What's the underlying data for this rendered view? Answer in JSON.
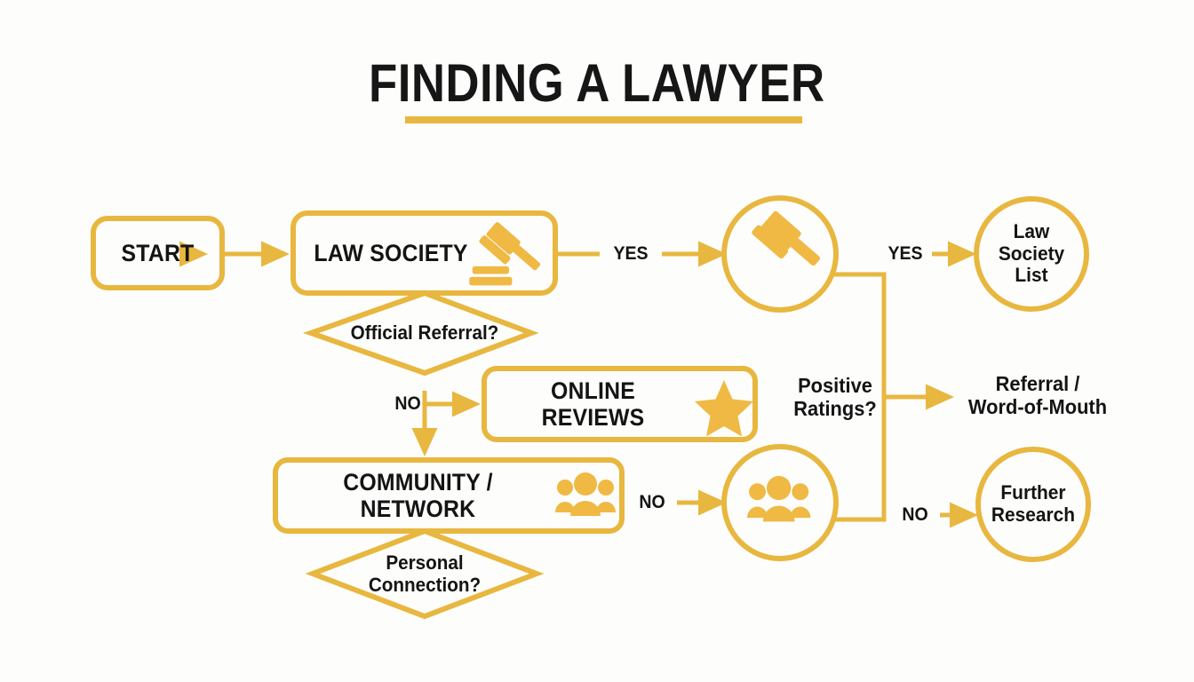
{
  "title": {
    "text": "FINDING A LAWYER",
    "underline_color": "#e8b73f"
  },
  "theme": {
    "accent": "#e8b73f",
    "icon_fill": "#efb944",
    "text": "#141414",
    "background": "#fdfdfc"
  },
  "nodes": {
    "start": {
      "label": "START",
      "shape": "rounded-rect"
    },
    "law_society": {
      "label": "LAW SOCIETY",
      "shape": "rounded-rect",
      "icon": "gavel-icon"
    },
    "official_referral": {
      "label": "Official Referral?",
      "shape": "diamond"
    },
    "online_reviews": {
      "label": "ONLINE REVIEWS",
      "shape": "rounded-rect",
      "icon": "star-icon"
    },
    "community_network": {
      "label": "COMMUNITY / NETWORK",
      "shape": "rounded-rect",
      "icon": "people-group-icon"
    },
    "personal_connection": {
      "label": "Personal Connection?",
      "shape": "diamond"
    },
    "gavel_circle": {
      "label": "",
      "shape": "circle",
      "icon": "gavel-icon"
    },
    "people_circle": {
      "label": "",
      "shape": "circle",
      "icon": "people-group-icon"
    },
    "law_society_list": {
      "label": "Law\nSociety\nList",
      "shape": "circle"
    },
    "further_research": {
      "label": "Further\nResearch",
      "shape": "circle"
    },
    "referral_word_of_mouth": {
      "label": "Referral /\nWord-of-Mouth",
      "shape": "text"
    },
    "positive_ratings": {
      "label": "Positive\nRatings?",
      "shape": "text"
    }
  },
  "edges": {
    "start_to_law_society": {
      "label": ""
    },
    "law_society_yes": {
      "label": "YES"
    },
    "gavel_yes": {
      "label": "YES"
    },
    "referral_no_left": {
      "label": "NO"
    },
    "community_no": {
      "label": "NO"
    },
    "people_no": {
      "label": "NO"
    }
  }
}
